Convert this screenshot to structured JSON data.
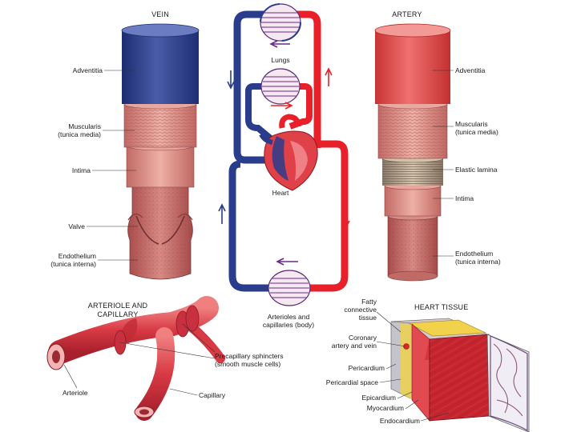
{
  "titles": {
    "vein": "VEIN",
    "artery": "ARTERY",
    "arteriole_capillary": "ARTERIOLE AND\nCAPILLARY",
    "heart_tissue": "HEART TISSUE"
  },
  "vein_labels": {
    "adventitia": "Adventitia",
    "muscularis": "Muscularis\n(tunica media)",
    "intima": "Intima",
    "valve": "Valve",
    "endothelium": "Endothelium\n(tunica interna)"
  },
  "artery_labels": {
    "adventitia": "Adventitia",
    "muscularis": "Muscularis\n(tunica media)",
    "elastic_lamina": "Elastic lamina",
    "intima": "Intima",
    "endothelium": "Endothelium\n(tunica interna)"
  },
  "circulation_labels": {
    "lungs": "Lungs",
    "heart": "Heart",
    "body": "Arterioles and\ncapillaries (body)"
  },
  "arteriole_labels": {
    "sphincters": "Precapillary sphincters\n(smooth muscle cells)",
    "arteriole": "Arteriole",
    "capillary": "Capillary"
  },
  "heart_tissue_labels": {
    "fatty": "Fatty\nconnective\ntissue",
    "coronary": "Coronary\nartery and vein",
    "pericardium": "Pericardium",
    "pericardial_space": "Pericardial space",
    "epicardium": "Epicardium",
    "myocardium": "Myocardium",
    "endocardium": "Endocardium"
  },
  "colors": {
    "vein_blue": "#2a3c8c",
    "artery_red": "#e8202a",
    "tissue_pink": "#d98a84",
    "adventitia_red": "#e05050"
  }
}
